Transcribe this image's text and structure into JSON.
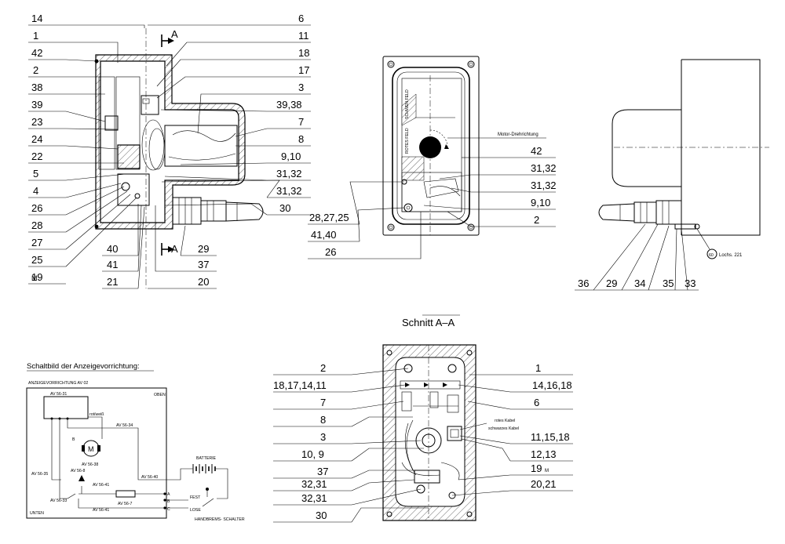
{
  "view1": {
    "left_labels": [
      "14",
      "1",
      "42",
      "2",
      "38",
      "39",
      "23",
      "24",
      "22",
      "5",
      "4",
      "26",
      "28",
      "27",
      "25",
      "19",
      "M"
    ],
    "right_labels": [
      "6",
      "11",
      "18",
      "17",
      "3",
      "39,38",
      "7",
      "8",
      "9,10",
      "31,32",
      "31,32",
      "30"
    ],
    "bottom_labels": [
      "40",
      "41",
      "21",
      "29",
      "37",
      "20"
    ],
    "section_marker": "A"
  },
  "view2": {
    "field_top": "SCHWEN FELD",
    "field_bottom": "ROTES FELD",
    "motor_direction": "Motor-Drehrichtung",
    "right_labels": [
      "42",
      "31,32",
      "31,32",
      "9,10",
      "2"
    ],
    "left_labels": [
      "28,27,25",
      "41,40",
      "26"
    ]
  },
  "view3": {
    "labels": [
      "36",
      "29",
      "34",
      "35",
      "33"
    ],
    "note": "Lochs. 221"
  },
  "section": {
    "title": "Schnitt A–A",
    "left_labels": [
      "2",
      "18,17,14,11",
      "7",
      "8",
      "3",
      "10, 9",
      "37",
      "32,31",
      "32,31",
      "30"
    ],
    "right_labels": [
      "1",
      "14,16,18",
      "6",
      "11,15,18",
      "12,13",
      "19",
      "M",
      "20,21"
    ],
    "cable_red": "rotes Kabel",
    "cable_black": "schwarzes Kabel"
  },
  "schematic": {
    "heading": "Schaltbild der Anzeigevorrichtung:",
    "box_title": "ANZEIGEVORRICHTUNG AV 02",
    "top": "OBEN",
    "bottom": "UNTEN",
    "wire_labels": [
      "AV 56-31",
      "AV 56-34",
      "AV 56-38",
      "AV 56-35",
      "AV 56-8",
      "AV 56-33",
      "AV 56-41",
      "AV 56-7",
      "AV 56-40",
      "AV 56-41"
    ],
    "rotwei": "rot/weiß",
    "motor": "M",
    "motor_b": "B",
    "battery": "BATTERIE",
    "fest": "FEST",
    "lose": "LOSE",
    "switch": "HANDBREMS- SCHALTER",
    "terminals": [
      "A",
      "B",
      "C"
    ]
  }
}
